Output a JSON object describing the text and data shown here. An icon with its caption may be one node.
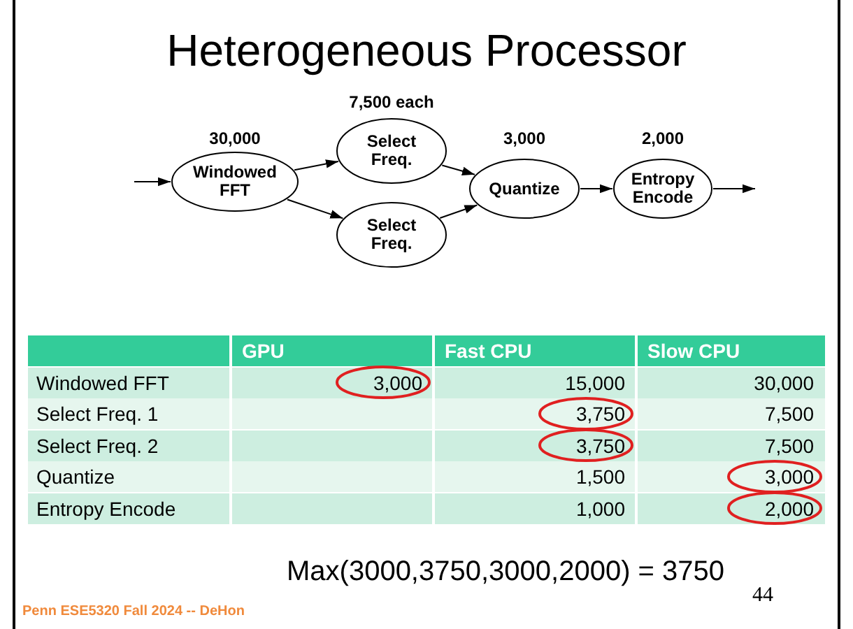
{
  "diagram": {
    "title": "Heterogeneous Processor",
    "nodes": [
      {
        "text": [
          "Windowed FFT"
        ],
        "beside": [
          "30,000"
        ]
      },
      {
        "text": [
          "Select Freq."
        ],
        "beside": [
          "7,500 each"
        ]
      },
      {
        "text": [
          "Select Freq."
        ]
      },
      {
        "text": [
          "Quantize"
        ],
        "beside": [
          "3,000"
        ]
      },
      {
        "text": [
          "Entropy Encode"
        ],
        "beside": [
          "2,000"
        ]
      }
    ],
    "edges": [
      {
        "from": null,
        "to": 0,
        "arrow": "to"
      },
      {
        "from": 0,
        "to": 1,
        "arrow": "to"
      },
      {
        "from": 0,
        "to": 2,
        "arrow": "to"
      },
      {
        "from": 1,
        "to": 3,
        "arrow": "to"
      },
      {
        "from": 2,
        "to": 3,
        "arrow": "to"
      },
      {
        "from": 3,
        "to": 4,
        "arrow": "to"
      },
      {
        "from": 4,
        "to": null,
        "arrow": "to"
      }
    ],
    "labels": [
      "GPU",
      "Fast CPU",
      "Slow CPU",
      "Windowed FFT",
      "3,000",
      "15,000",
      "30,000",
      "Select Freq. 1",
      "3,750",
      "7,500",
      "Select Freq. 2",
      "3,750",
      "7,500",
      "Quantize",
      "1,500",
      "3,000",
      "Entropy Encode",
      "1,000",
      "2,000",
      "Max(3000,3750,3000,2000) = 3750",
      "44",
      "Penn ESE5320 Fall 2024 -- DeHon"
    ]
  }
}
